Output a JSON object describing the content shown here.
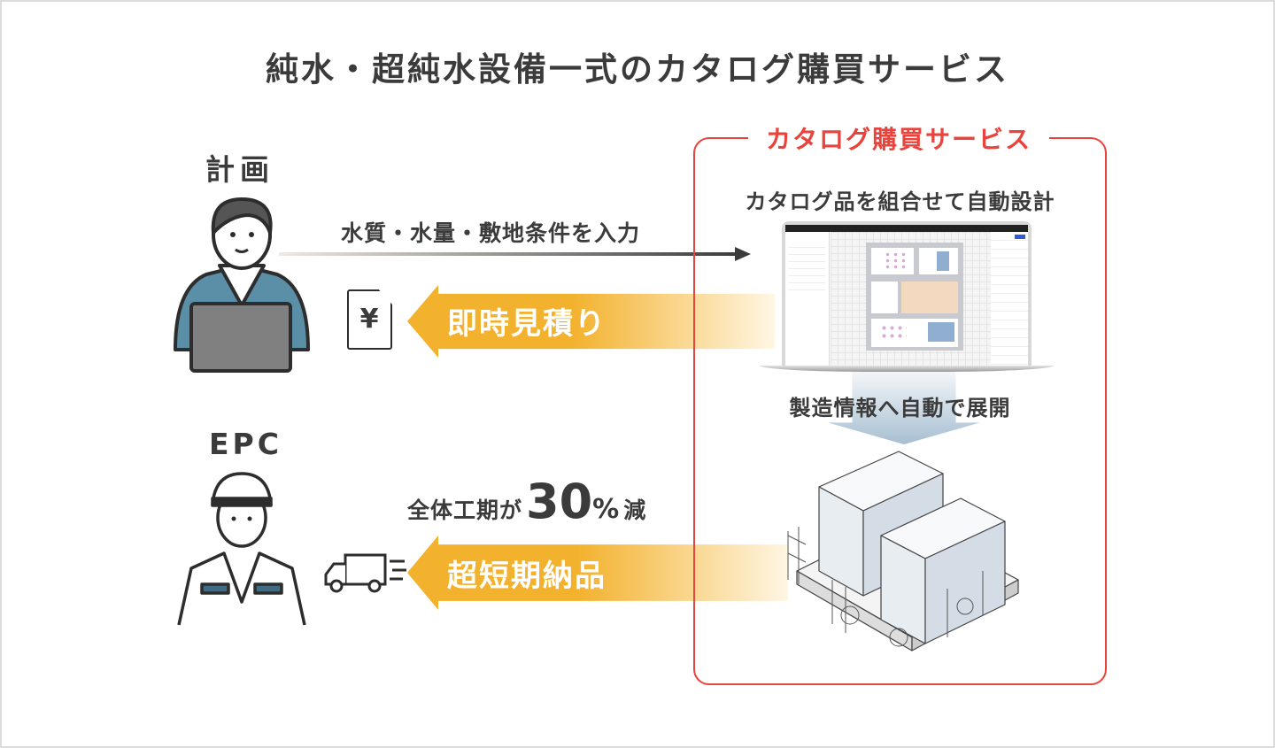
{
  "title": "純水・超純水設備一式のカタログ購買サービス",
  "planning": {
    "role": "計画",
    "input_label": "水質・水量・敷地条件を入力",
    "return_label": "即時見積り",
    "doc_icon_symbol": "¥"
  },
  "epc": {
    "role": "EPC",
    "reduction_prefix": "全体工期が",
    "reduction_value": "30",
    "reduction_unit": "%",
    "reduction_suffix": "減",
    "return_label": "超短期納品"
  },
  "service": {
    "label": "カタログ購買サービス",
    "design_label": "カタログ品を組合せて自動設計",
    "expand_label": "製造情報へ自動で展開"
  },
  "colors": {
    "accent_red": "#e8433c",
    "arrow_orange": "#f3b22e",
    "suit_blue": "#5b8fa8",
    "text": "#3b3b3b"
  }
}
